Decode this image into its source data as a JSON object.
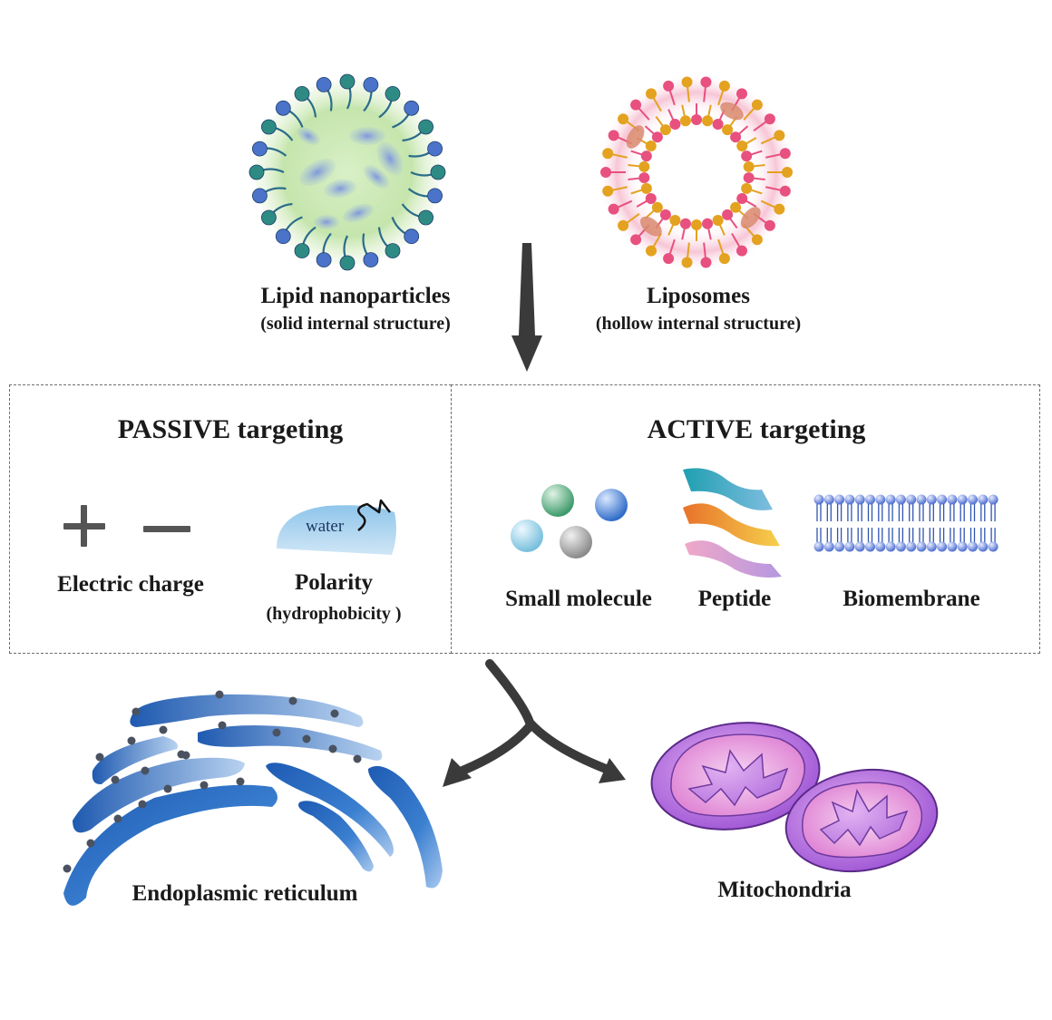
{
  "carriers": {
    "lnp": {
      "title": "Lipid nanoparticles",
      "subtitle": "(solid internal structure)"
    },
    "liposome": {
      "title": "Liposomes",
      "subtitle": "(hollow internal structure)"
    }
  },
  "passive": {
    "heading": "PASSIVE targeting",
    "charge_label": "Electric charge",
    "polarity_label": "Polarity",
    "polarity_sub": "(hydrophobicity )",
    "water_text": "water"
  },
  "active": {
    "heading": "ACTIVE targeting",
    "small_molecule_label": "Small molecule",
    "peptide_label": "Peptide",
    "biomembrane_label": "Biomembrane"
  },
  "organelles": {
    "er_label": "Endoplasmic reticulum",
    "mito_label": "Mitochondria"
  },
  "colors": {
    "lnp_core": "#c9e6b4",
    "lnp_head_teal": "#2e8b84",
    "lnp_head_blue": "#4a73c9",
    "liposome_head_pink": "#e8507f",
    "liposome_head_gold": "#e3a21f",
    "er_blue": "#2e6fc2",
    "mito_purple": "#a65fd8",
    "arrow": "#3a3a3a"
  },
  "icons": [
    "plus-icon",
    "minus-icon",
    "water-droplet-icon",
    "sphere-icon",
    "peptide-ribbon-icon",
    "bilayer-icon"
  ]
}
